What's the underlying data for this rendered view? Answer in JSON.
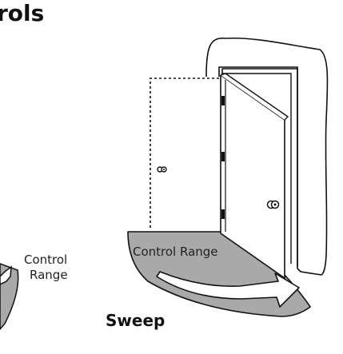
{
  "heading": {
    "text": "rols"
  },
  "left_diagram": {
    "label_line1": "Control",
    "label_line2": "Range"
  },
  "door_diagram": {
    "range_label": "Control Range",
    "caption": "Sweep",
    "arc_fill_color": "#a9a9a9",
    "outline_color": "#111111"
  }
}
